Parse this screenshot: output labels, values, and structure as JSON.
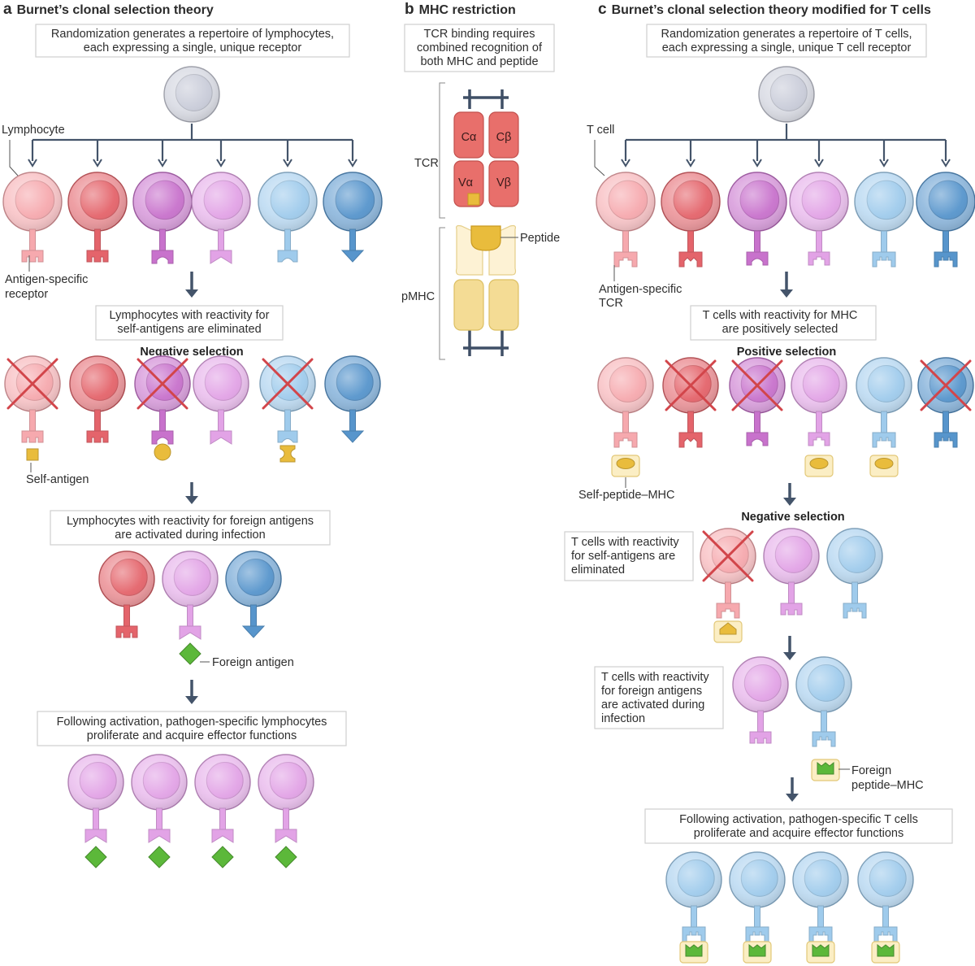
{
  "colors": {
    "grey": "#c9ccd9",
    "pink_light": "#f6a9ae",
    "red": "#e4646b",
    "purple": "#c872cc",
    "lilac": "#e2a3e6",
    "blue_light": "#9fcbec",
    "blue": "#5795cc",
    "antigen_yellow": "#e9bc3c",
    "mhc_pale": "#fbeec4",
    "tcr_red": "#e86f6b",
    "foreign_green": "#5cb83a",
    "connector": "#44546a",
    "x_mark": "#d2454a"
  },
  "panel_a": {
    "letter": "a",
    "title": "Burnet’s clonal selection theory",
    "box1": [
      "Randomization generates a repertoire of lymphocytes,",
      "each expressing a single, unique receptor"
    ],
    "label_lymphocyte": "Lymphocyte",
    "label_receptor": [
      "Antigen-specific",
      "receptor"
    ],
    "box2": [
      "Lymphocytes with reactivity for",
      "self-antigens are eliminated"
    ],
    "section_negative": "Negative selection",
    "label_self_antigen": "Self-antigen",
    "box3": [
      "Lymphocytes with reactivity for foreign antigens",
      "are activated during infection"
    ],
    "label_foreign_antigen": "Foreign antigen",
    "box4": [
      "Following activation, pathogen-specific lymphocytes",
      "proliferate and acquire effector functions"
    ]
  },
  "panel_b": {
    "letter": "b",
    "title": "MHC restriction",
    "box1": [
      "TCR binding requires",
      "combined recognition of",
      "both MHC and peptide"
    ],
    "label_tcr": "TCR",
    "label_pmhc": "pMHC",
    "label_peptide": "Peptide",
    "domains": {
      "c_alpha": "Cα",
      "c_beta": "Cβ",
      "v_alpha": "Vα",
      "v_beta": "Vβ"
    }
  },
  "panel_c": {
    "letter": "c",
    "title": "Burnet’s clonal selection theory modified for T cells",
    "box1": [
      "Randomization generates a repertoire of T cells,",
      "each expressing a single, unique T cell receptor"
    ],
    "label_tcell": "T cell",
    "label_tcr": [
      "Antigen-specific",
      "TCR"
    ],
    "box2": [
      "T cells with reactivity for MHC",
      "are positively selected"
    ],
    "section_positive": "Positive selection",
    "label_self_pmhc": "Self-peptide–MHC",
    "section_negative": "Negative selection",
    "box3": [
      "T cells with reactivity",
      "for self-antigens are",
      "eliminated"
    ],
    "box4": [
      "T cells with reactivity",
      "for foreign antigens",
      "are activated during",
      "infection"
    ],
    "label_foreign_pmhc": [
      "Foreign",
      "peptide–MHC"
    ],
    "box5": [
      "Following activation, pathogen-specific T cells",
      "proliferate and acquire effector functions"
    ]
  }
}
